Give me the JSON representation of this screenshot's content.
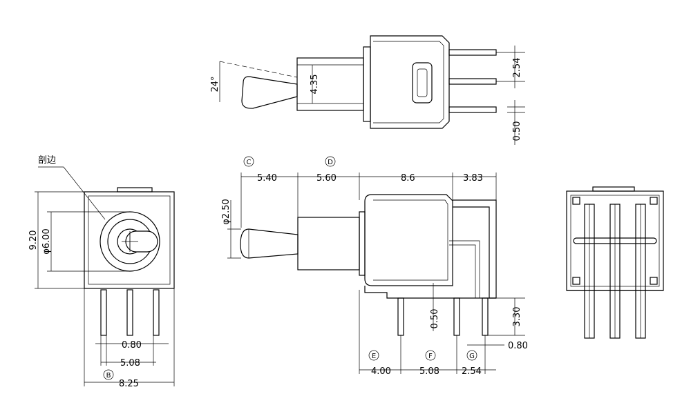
{
  "top_view": {
    "angle": "24°",
    "height": "4.35",
    "pitch": "2.54",
    "pin_width": "0.50"
  },
  "front_view": {
    "side_cut_label": "剖边",
    "height": "9.20",
    "diameter": "φ6.00",
    "pin_width": "0.80",
    "pin_pitch": "5.08",
    "width": "8.25",
    "marker_b": "B"
  },
  "side_view": {
    "marker_c": "C",
    "marker_d": "D",
    "dim_c": "5.40",
    "dim_d": "5.60",
    "body_len": "8.6",
    "rear": "3.83",
    "lever_dia": "φ2.50",
    "pin_w": "0.50",
    "pin_len": "3.30",
    "pin_w2": "0.80",
    "marker_e": "E",
    "marker_f": "F",
    "marker_g": "G",
    "dim_e": "4.00",
    "dim_f": "5.08",
    "dim_g": "2.54"
  }
}
